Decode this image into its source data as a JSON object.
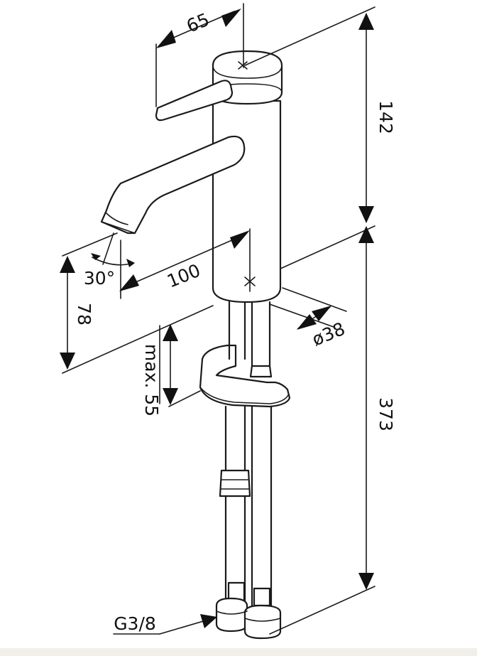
{
  "dimensions": {
    "handle_reach": "65",
    "body_height": "142",
    "spout_height": "78",
    "spout_angle": "30°",
    "spout_projection": "100",
    "body_diameter": "ø38",
    "max_deck_thickness": "max. 55",
    "hose_length": "373",
    "connection_thread": "G3/8"
  },
  "colors": {
    "line": "#1a1a1a",
    "background": "#ffffff",
    "bottom_band": "#f1efe9"
  }
}
